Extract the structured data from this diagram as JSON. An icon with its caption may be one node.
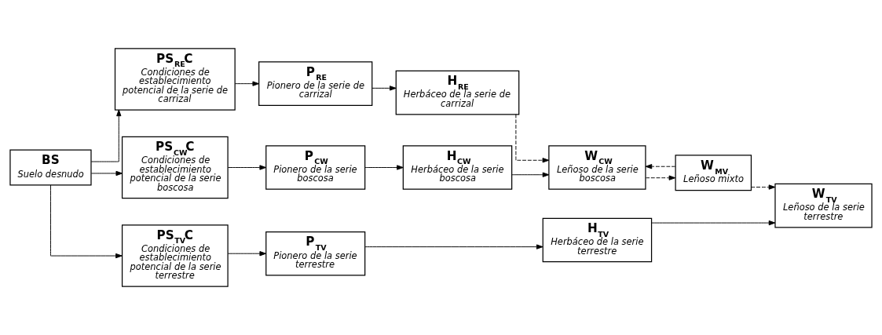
{
  "diagram": {
    "nodes": [
      {
        "text": [
          "BS",
          "Suelo desnudo"
        ]
      },
      {
        "text": [
          "PS$_{RE}$C",
          "Condiciones de establecimiento potencial de la serie de carrizal"
        ]
      },
      {
        "text": [
          "P$_{RE}$",
          "Pionero de la serie de carrizal"
        ]
      },
      {
        "text": [
          "H$_{RE}$",
          "Herbáceo de la serie de carrizal"
        ]
      },
      {
        "text": [
          "PS$_{CW}$C",
          "Condiciones de establecimiento potencial de la serie boscosa"
        ]
      },
      {
        "text": [
          "P$_{CW}$",
          "Pionero de la serie boscosa"
        ]
      },
      {
        "text": [
          "H$_{CW}$",
          "Herbáceo de la serie boscosa"
        ]
      },
      {
        "text": [
          "W$_{CW}$",
          "Leñoso de la serie boscosa"
        ]
      },
      {
        "text": [
          "W$_{MV}$",
          "Leñoso mixto"
        ]
      },
      {
        "text": [
          "PS$_{TV}$C",
          "Condiciones de establecimiento potencial de la serie terrestre"
        ]
      },
      {
        "text": [
          "P$_{TV}$",
          "Pionero de la serie terrestre"
        ]
      },
      {
        "text": [
          "H$_{TV}$",
          "Herbáceo de la serie terrestre"
        ]
      },
      {
        "text": [
          "W$_{TV}$",
          "Leñoso de la serie terrestre"
        ]
      }
    ],
    "edges": [
      {
        "from": 0,
        "to": 1,
        "arrow": "to"
      },
      {
        "from": 0,
        "to": 4,
        "arrow": "to"
      },
      {
        "from": 0,
        "to": 9,
        "arrow": "to"
      },
      {
        "from": 1,
        "to": 2,
        "arrow": "to"
      },
      {
        "from": 2,
        "to": 3,
        "arrow": "to"
      },
      {
        "from": 3,
        "to": 7,
        "arrow": "to",
        "style": "dashed"
      },
      {
        "from": 4,
        "to": 5,
        "arrow": "to"
      },
      {
        "from": 5,
        "to": 6,
        "arrow": "to"
      },
      {
        "from": 6,
        "to": 7,
        "arrow": "to"
      },
      {
        "from": 7,
        "to": 8,
        "arrow": "to",
        "style": "dashed"
      },
      {
        "from": 8,
        "to": 7,
        "arrow": "to",
        "style": "dashed"
      },
      {
        "from": 8,
        "to": 12,
        "arrow": "to",
        "style": "dashed"
      },
      {
        "from": 9,
        "to": 10,
        "arrow": "to"
      },
      {
        "from": 10,
        "to": 11,
        "arrow": "to"
      },
      {
        "from": 11,
        "to": 12,
        "arrow": "to"
      }
    ]
  }
}
